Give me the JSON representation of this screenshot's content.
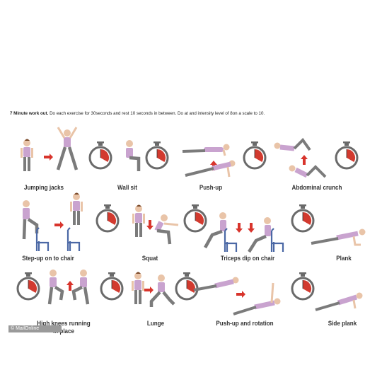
{
  "intro": {
    "heading": "7 Minute work out.",
    "text": "Do each exercise for 30seconds and rest 10 seconds in between. Do at and intensity level of 8on a scale to 10."
  },
  "exercises": [
    {
      "label": "Jumping jacks"
    },
    {
      "label": "Wall sit"
    },
    {
      "label": "Push-up"
    },
    {
      "label": "Abdominal crunch"
    },
    {
      "label": "Step-up on to chair"
    },
    {
      "label": "Squat"
    },
    {
      "label": "Triceps dip on chair"
    },
    {
      "label": "Plank"
    },
    {
      "label": "High knees running"
    },
    {
      "label": "in place"
    },
    {
      "label": "Lunge"
    },
    {
      "label": "Push-up and rotation"
    },
    {
      "label": "Side plank"
    }
  ],
  "watermark": "© MailOnline",
  "colors": {
    "top": "#c9a3cf",
    "skin": "#e9c4a8",
    "pants": "#7b7b7b",
    "arrow": "#d8342c",
    "timer": "#d23a2f",
    "chair": "#4b68a5"
  }
}
